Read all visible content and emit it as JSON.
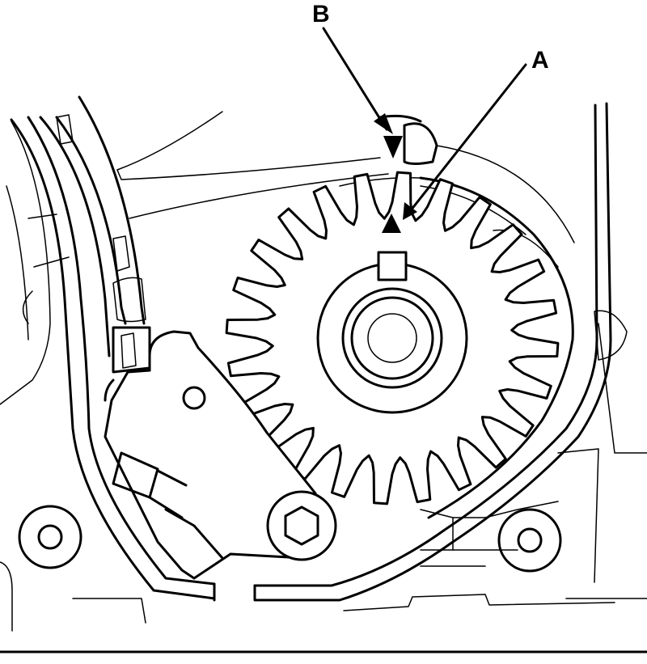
{
  "callouts": {
    "a": "A",
    "b": "B"
  },
  "sprocket": {
    "teeth": 24
  }
}
